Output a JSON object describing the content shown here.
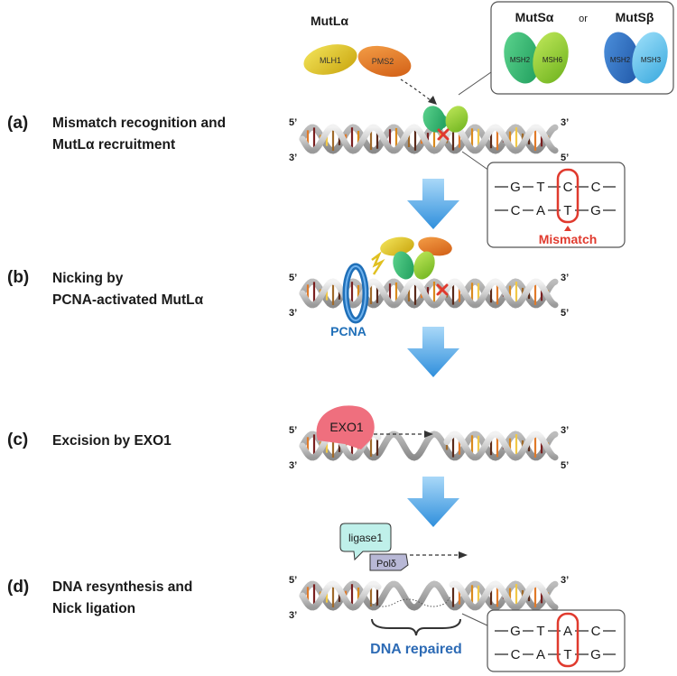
{
  "steps": [
    {
      "letter": "(a)",
      "line1": "Mismatch recognition and",
      "line2": "MutLα recruitment"
    },
    {
      "letter": "(b)",
      "line1": "Nicking by",
      "line2": "PCNA-activated MutLα"
    },
    {
      "letter": "(c)",
      "line1": "Excision by EXO1",
      "line2": ""
    },
    {
      "letter": "(d)",
      "line1": "DNA resynthesis and",
      "line2": "Nick ligation"
    }
  ],
  "strand_labels": {
    "five_prime": "5’",
    "three_prime": "3’"
  },
  "proteins": {
    "mutl_title": "MutLα",
    "mlh1": "MLH1",
    "pms2": "PMS2",
    "muts_alpha": "MutSα",
    "muts_beta": "MutSβ",
    "or": "or",
    "msh2": "MSH2",
    "msh6": "MSH6",
    "msh3": "MSH3",
    "pcna": "PCNA",
    "exo1": "EXO1",
    "ligase1": "ligase1",
    "pold": "Polδ"
  },
  "mismatch_box": {
    "top": [
      "G",
      "T",
      "C",
      "C"
    ],
    "bottom": [
      "C",
      "A",
      "T",
      "G"
    ],
    "label": "Mismatch"
  },
  "repaired_box": {
    "top": [
      "G",
      "T",
      "A",
      "C"
    ],
    "bottom": [
      "C",
      "A",
      "T",
      "G"
    ]
  },
  "repaired_label": "DNA repaired",
  "colors": {
    "arrow": "#3d9de0",
    "mismatch_red": "#e03a2e",
    "pcna_blue": "#1f6fb8",
    "repaired_blue": "#2d6bb5",
    "mlh1": "#e0c020",
    "pms2": "#e0701e",
    "msh2": "#2fb170",
    "msh6": "#8fcc2a",
    "msh2_beta": "#2c6ec0",
    "msh3": "#5cc4ee",
    "exo1": "#ef6f7e",
    "ligase1": "#bff0ea",
    "pold": "#b8b8d6"
  }
}
